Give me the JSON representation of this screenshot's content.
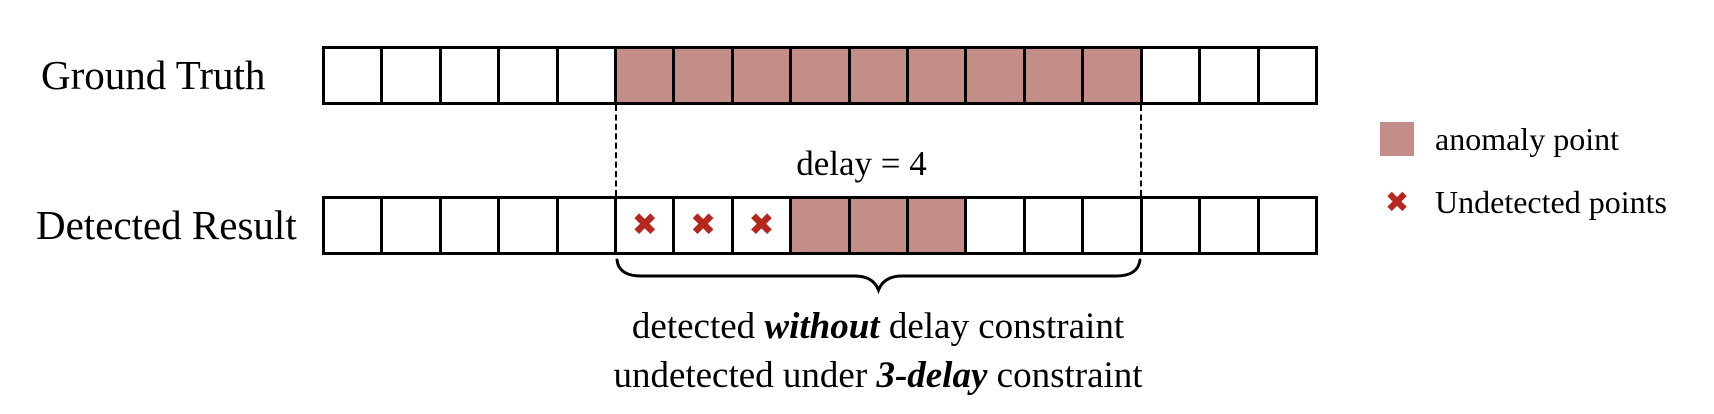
{
  "figure": {
    "rows": {
      "ground_truth": {
        "label": "Ground Truth",
        "cells": [
          "normal",
          "normal",
          "normal",
          "normal",
          "normal",
          "anomaly",
          "anomaly",
          "anomaly",
          "anomaly",
          "anomaly",
          "anomaly",
          "anomaly",
          "anomaly",
          "anomaly",
          "normal",
          "normal",
          "normal"
        ]
      },
      "detected": {
        "label": "Detected Result",
        "cells": [
          "normal",
          "normal",
          "normal",
          "normal",
          "normal",
          "undetected",
          "undetected",
          "undetected",
          "anomaly",
          "anomaly",
          "anomaly",
          "normal",
          "normal",
          "normal",
          "normal",
          "normal",
          "normal"
        ]
      }
    },
    "annotations": {
      "delay_label": "delay = 4",
      "caption_line1": {
        "pre": "detected ",
        "em": "without",
        "post": " delay constraint"
      },
      "caption_line2": {
        "pre": "undetected under ",
        "em": "3-delay",
        "post": " constraint"
      }
    },
    "legend": {
      "anomaly_label": "anomaly point",
      "undetected_label": "Undetected points"
    },
    "icons": {
      "undetected_glyph": "✖"
    },
    "colors": {
      "anomaly": "#C28E87",
      "undetected_cross": "#B3291F",
      "line": "#000000"
    }
  }
}
